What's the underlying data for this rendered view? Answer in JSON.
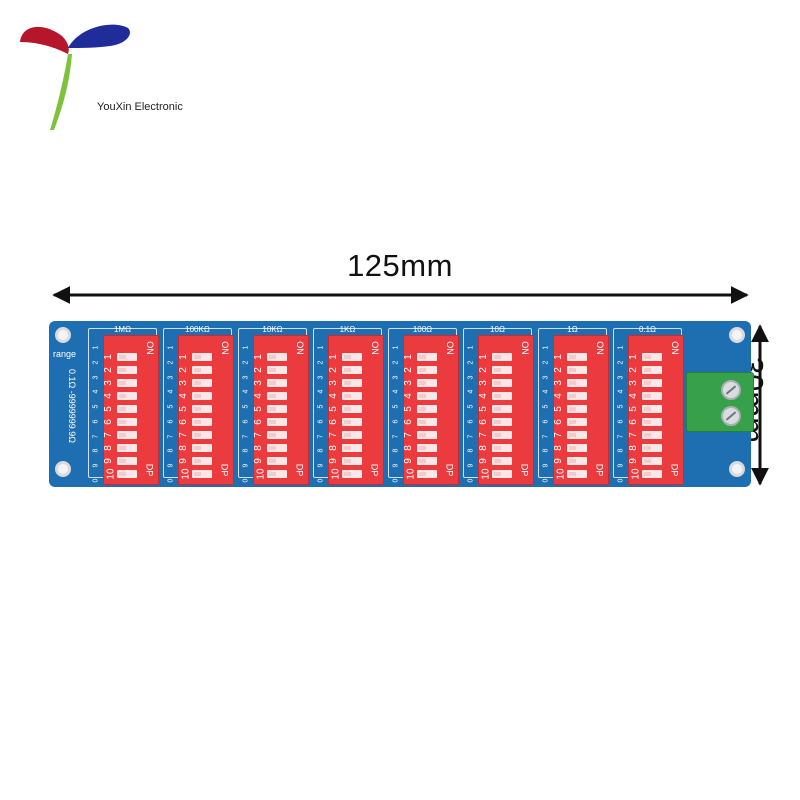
{
  "brand": {
    "name": "YouXin Electronic"
  },
  "dimensions": {
    "width_label": "125mm",
    "height_label": "30mm"
  },
  "board": {
    "range_label": "range",
    "range_text": "0.1Ω -9999999.9Ω",
    "groups": [
      {
        "title": "1MΩ"
      },
      {
        "title": "100KΩ"
      },
      {
        "title": "10KΩ"
      },
      {
        "title": "1KΩ"
      },
      {
        "title": "100Ω"
      },
      {
        "title": "10Ω"
      },
      {
        "title": "1Ω"
      },
      {
        "title": "0.1Ω"
      }
    ],
    "switch_on_label": "ON",
    "switch_dp_label": "DP",
    "switch_numbers": [
      "1",
      "2",
      "3",
      "4",
      "5",
      "6",
      "7",
      "8",
      "9",
      "10"
    ],
    "side_numbers": [
      "1",
      "2",
      "3",
      "4",
      "5",
      "6",
      "7",
      "8",
      "9",
      "0"
    ]
  },
  "colors": {
    "pcb": "#1e6fb2",
    "dip_switch": "#ec3b3e",
    "terminal": "#37a04a",
    "logo_red": "#b5162b",
    "logo_blue": "#1f2c9a",
    "logo_green": "#7ec23a"
  }
}
